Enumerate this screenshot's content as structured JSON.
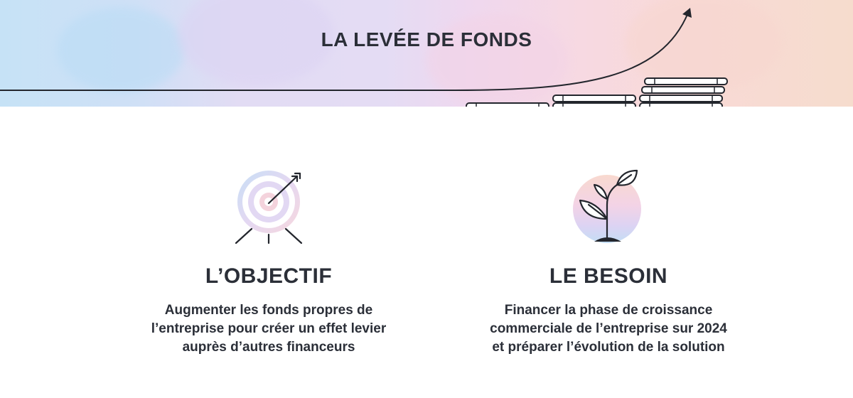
{
  "banner": {
    "title": "LA LEVÉE DE FONDS"
  },
  "icons": {
    "trend": "growth-arrow-icon",
    "coins": "coin-stacks-icon",
    "objective": "target-arrow-icon",
    "need": "sprout-icon"
  },
  "colors": {
    "text": "#2b2f38",
    "pastel_blue": "#c6e2f6",
    "pastel_lilac": "#e2dcf4",
    "pastel_pink": "#f7d9e2",
    "pastel_peach": "#f6dccd"
  },
  "sections": [
    {
      "title": "L’OBJECTIF",
      "lines": [
        "Augmenter les fonds propres de",
        "l’entreprise pour créer un effet levier",
        "auprès d’autres financeurs"
      ]
    },
    {
      "title": "LE BESOIN",
      "lines": [
        "Financer la phase de croissance",
        "commerciale de l’entreprise sur 2024",
        "et préparer l’évolution de la solution"
      ]
    }
  ]
}
